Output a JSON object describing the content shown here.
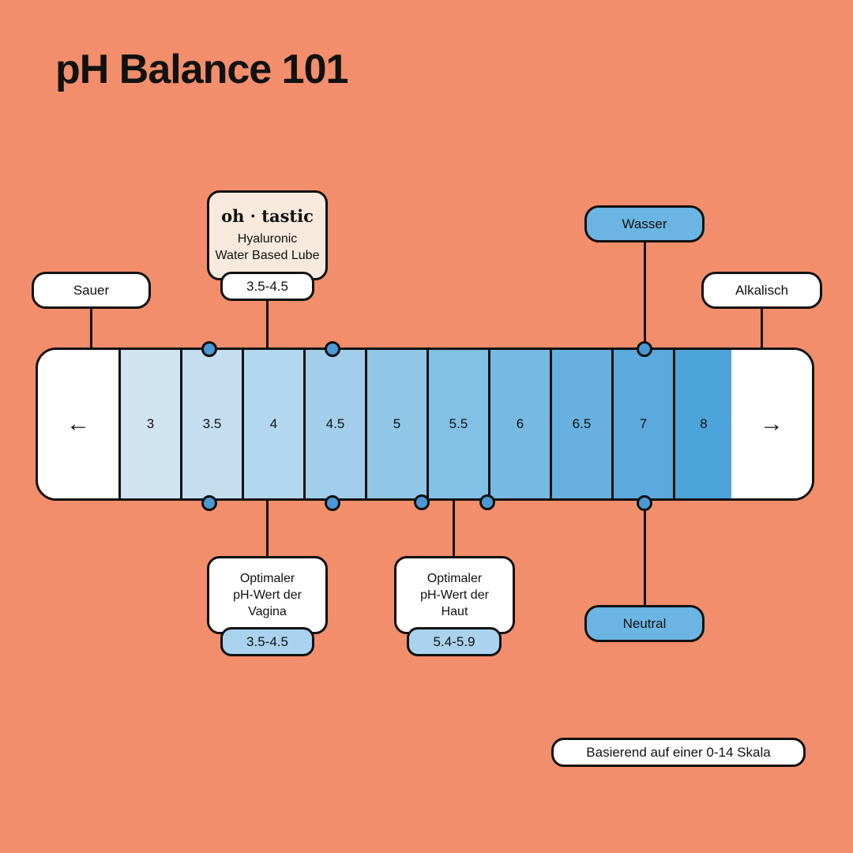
{
  "title": "pH Balance 101",
  "scale": {
    "left_arrow": "←",
    "right_arrow": "→",
    "values": [
      "3",
      "3.5",
      "4",
      "4.5",
      "5",
      "5.5",
      "6",
      "6.5",
      "7",
      "8"
    ],
    "colors": [
      "#D0E3F1",
      "#C4DEF0",
      "#B2D7EF",
      "#A2CDEB",
      "#90C6E7",
      "#83C0E6",
      "#76B9E3",
      "#67B1E0",
      "#5CAADD",
      "#4DA4DA"
    ]
  },
  "labels": {
    "acidic": "Sauer",
    "alkaline": "Alkalisch",
    "water": "Wasser",
    "neutral": "Neutral"
  },
  "product": {
    "brand": "oh · tastic",
    "name_line1": "Hyaluronic",
    "name_line2": "Water Based Lube",
    "range": "3.5-4.5"
  },
  "vagina": {
    "line1": "Optimaler",
    "line2": "pH-Wert der",
    "line3": "Vagina",
    "range": "3.5-4.5"
  },
  "skin": {
    "line1": "Optimaler",
    "line2": "pH-Wert der",
    "line3": "Haut",
    "range": "5.4-5.9"
  },
  "footnote": "Basierend auf einer 0-14 Skala",
  "colors": {
    "background": "#F28E6B",
    "marker": "#4A98D4"
  }
}
